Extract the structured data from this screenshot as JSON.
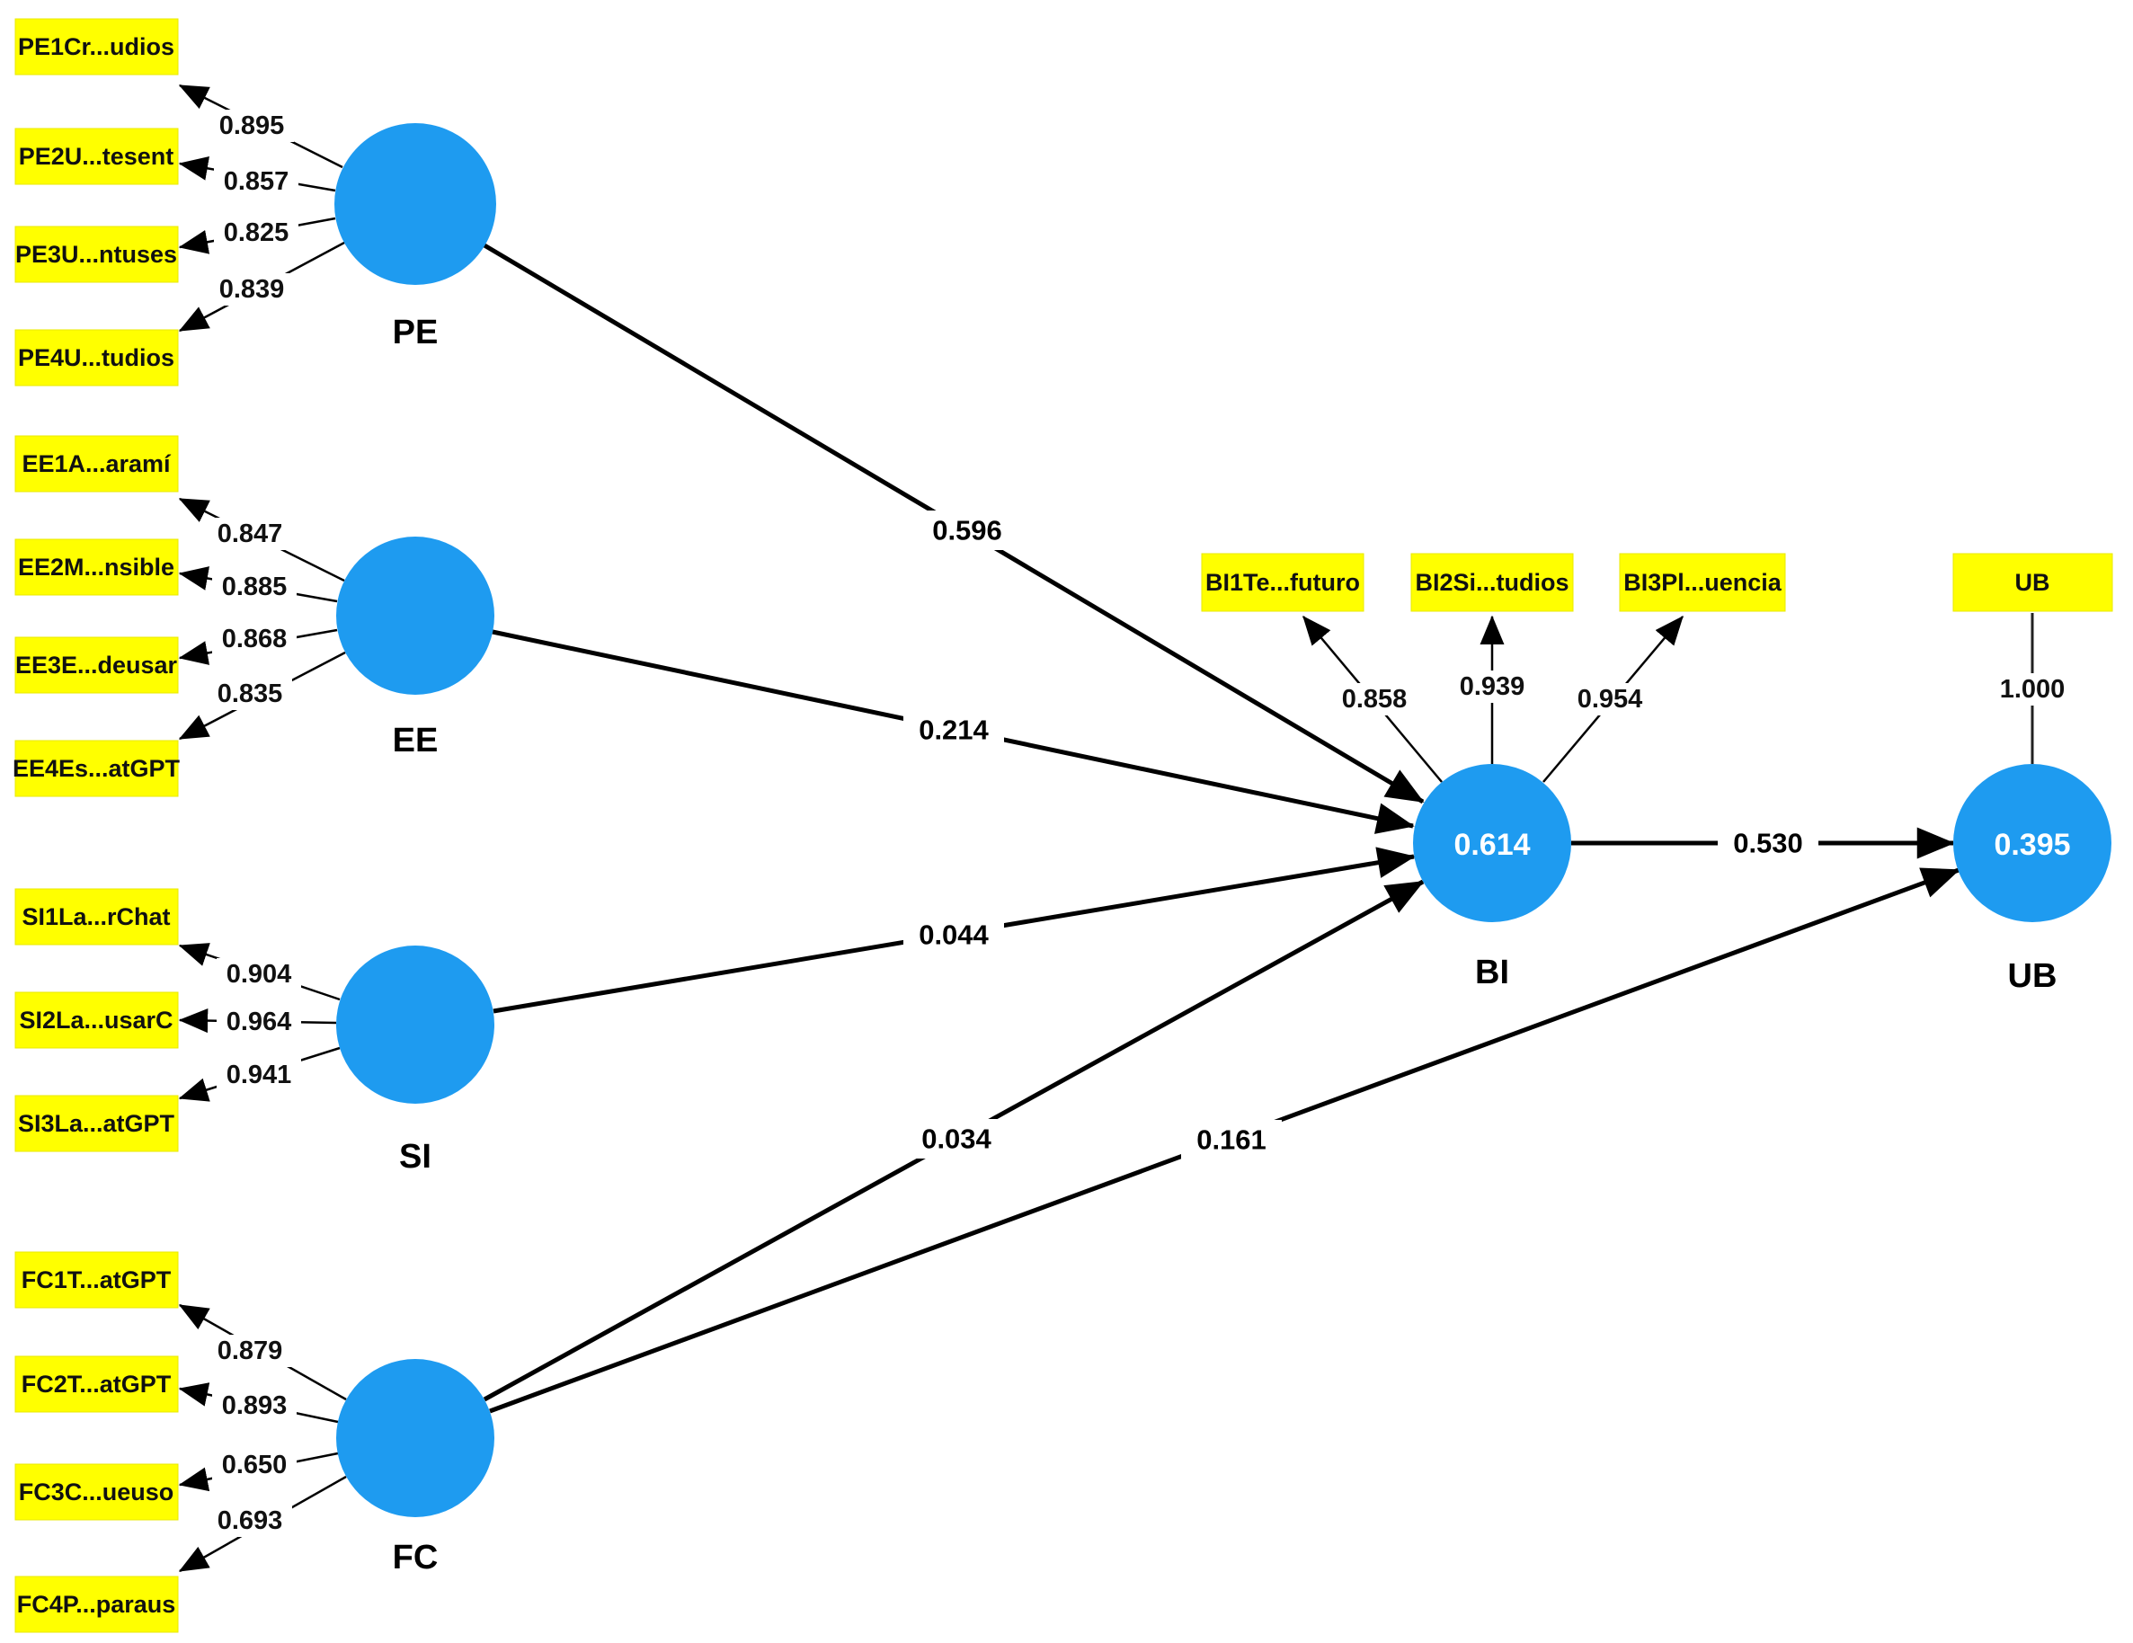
{
  "diagram": {
    "type": "structural-equation-model",
    "tool_style": "PLS-SEM path model",
    "colors": {
      "construct_fill": "#1E9BF0",
      "indicator_fill": "#FFFF00",
      "line": "#000000",
      "inner_value_text": "#FFFFFF"
    },
    "constructs": {
      "PE": {
        "label": "PE",
        "indicators": [
          {
            "label": "PE1Cr...udios",
            "loading": "0.895"
          },
          {
            "label": "PE2U...tesent",
            "loading": "0.857"
          },
          {
            "label": "PE3U...ntuses",
            "loading": "0.825"
          },
          {
            "label": "PE4U...tudios",
            "loading": "0.839"
          }
        ]
      },
      "EE": {
        "label": "EE",
        "indicators": [
          {
            "label": "EE1A...aramí",
            "loading": "0.847"
          },
          {
            "label": "EE2M...nsible",
            "loading": "0.885"
          },
          {
            "label": "EE3E...deusar",
            "loading": "0.868"
          },
          {
            "label": "EE4Es...atGPT",
            "loading": "0.835"
          }
        ]
      },
      "SI": {
        "label": "SI",
        "indicators": [
          {
            "label": "SI1La...rChat",
            "loading": "0.904"
          },
          {
            "label": "SI2La...usarC",
            "loading": "0.964"
          },
          {
            "label": "SI3La...atGPT",
            "loading": "0.941"
          }
        ]
      },
      "FC": {
        "label": "FC",
        "indicators": [
          {
            "label": "FC1T...atGPT",
            "loading": "0.879"
          },
          {
            "label": "FC2T...atGPT",
            "loading": "0.893"
          },
          {
            "label": "FC3C...ueuso",
            "loading": "0.650"
          },
          {
            "label": "FC4P...paraus",
            "loading": "0.693"
          }
        ]
      },
      "BI": {
        "label": "BI",
        "r_squared": "0.614",
        "indicators": [
          {
            "label": "BI1Te...futuro",
            "loading": "0.858"
          },
          {
            "label": "BI2Si...tudios",
            "loading": "0.939"
          },
          {
            "label": "BI3Pl...uencia",
            "loading": "0.954"
          }
        ]
      },
      "UB": {
        "label": "UB",
        "r_squared": "0.395",
        "indicators": [
          {
            "label": "UB",
            "loading": "1.000"
          }
        ]
      }
    },
    "paths": [
      {
        "from": "PE",
        "to": "BI",
        "coefficient": "0.596"
      },
      {
        "from": "EE",
        "to": "BI",
        "coefficient": "0.214"
      },
      {
        "from": "SI",
        "to": "BI",
        "coefficient": "0.044"
      },
      {
        "from": "FC",
        "to": "BI",
        "coefficient": "0.034"
      },
      {
        "from": "FC",
        "to": "UB",
        "coefficient": "0.161"
      },
      {
        "from": "BI",
        "to": "UB",
        "coefficient": "0.530"
      }
    ]
  }
}
